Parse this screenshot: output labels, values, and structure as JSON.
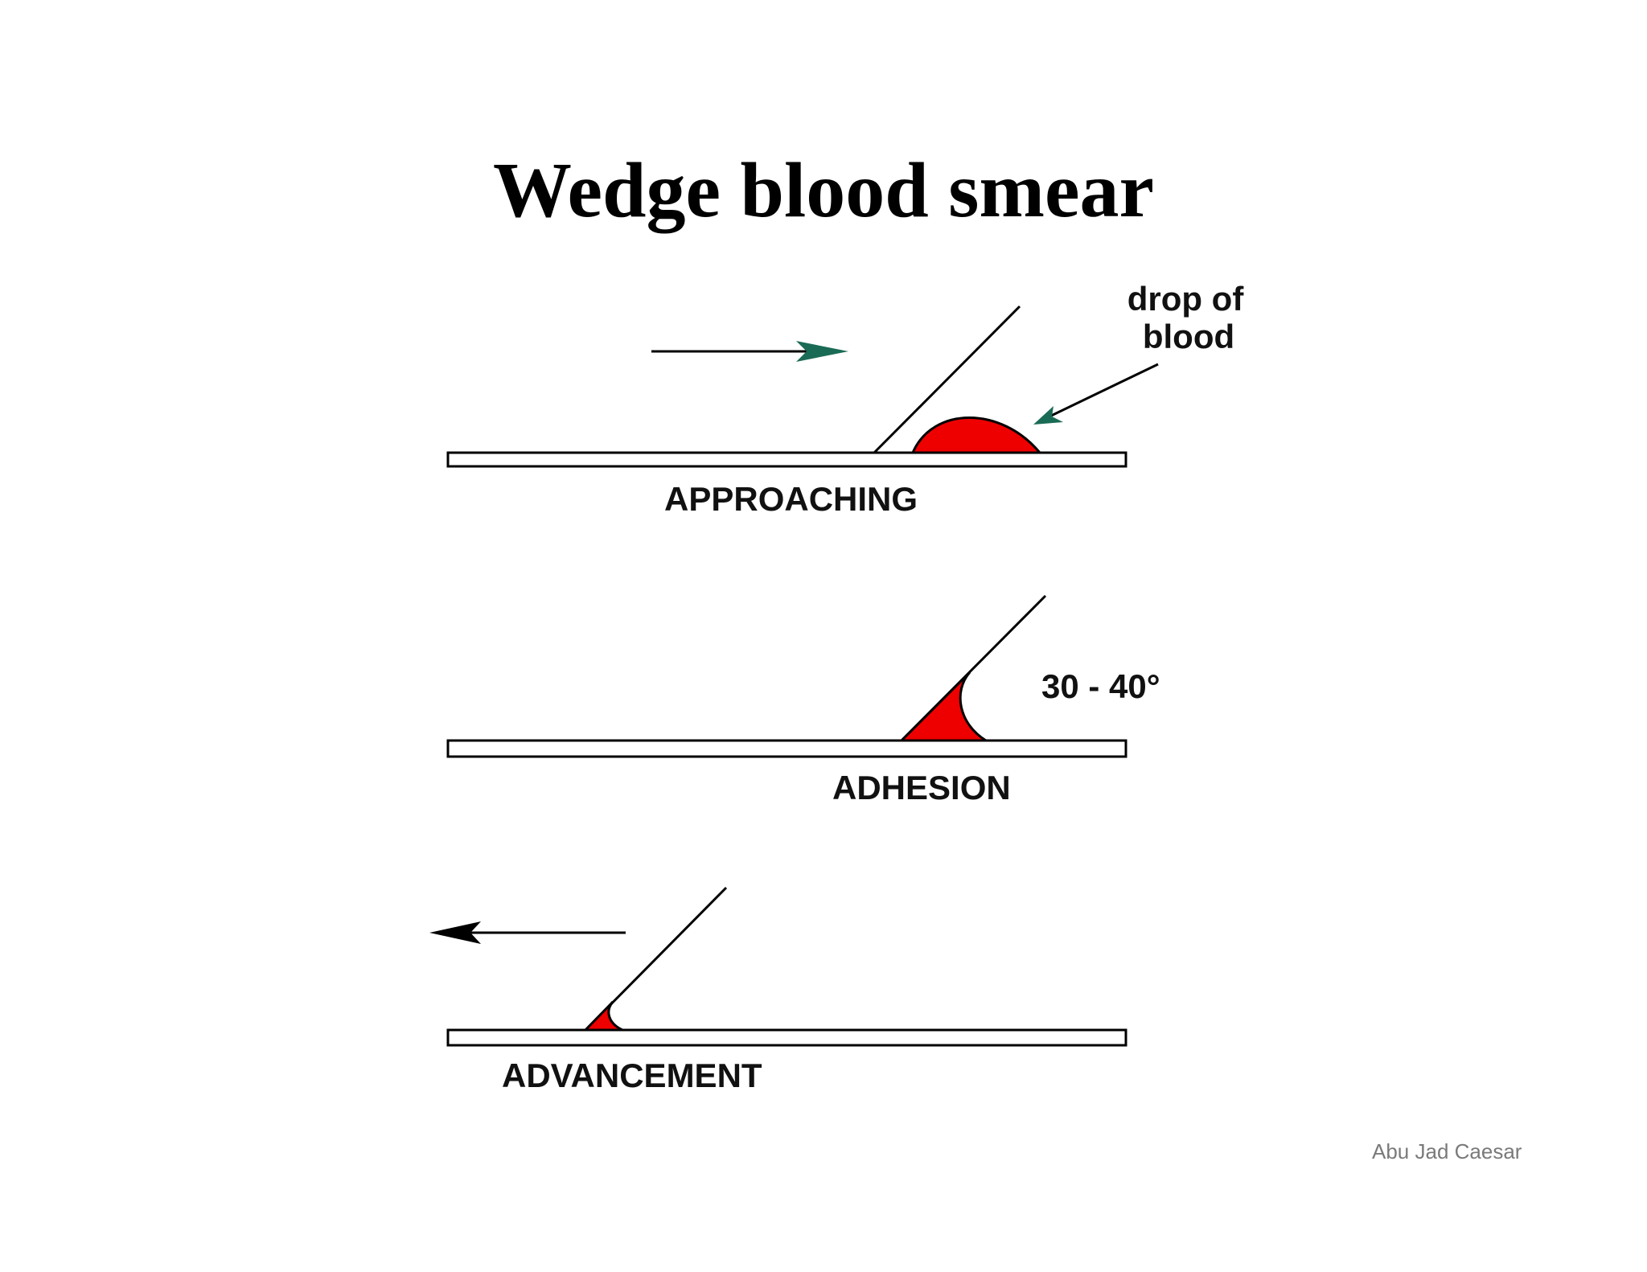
{
  "slide": {
    "title": "Wedge blood smear",
    "credit": "Abu Jad Caesar"
  },
  "diagram": {
    "colors": {
      "blood": "#ee0000",
      "arrow_green": "#1a6b55",
      "arrow_black": "#000000",
      "line": "#000000"
    },
    "stages": [
      {
        "label": "APPROACHING",
        "callout_line1": "drop of",
        "callout_line2": "blood",
        "motion": "right"
      },
      {
        "label": "ADHESION",
        "angle_label": "30 - 40°"
      },
      {
        "label": "ADVANCEMENT",
        "motion": "left"
      }
    ]
  }
}
